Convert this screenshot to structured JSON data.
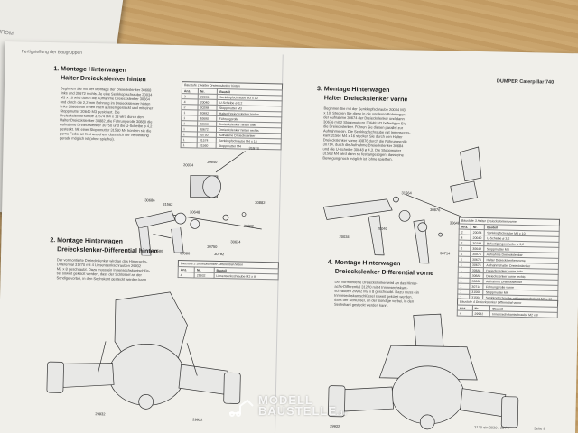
{
  "back_page": {
    "caption": "ОППОМ"
  },
  "left_page": {
    "running_head": "Fertigstellung der Baugruppen",
    "step1": {
      "title": "1. Montage Hinterwagen",
      "subtitle": "Halter Dreieckslenker hinten",
      "text": [
        "Beginnen Sie mit der Montage der Dreieckslenker 30668",
        "links und 30672 rechts. Je eine Senkkopfschraube 20034",
        "M3 x 10 wird durch die Aufnahme Dreieckslenker 30664",
        "und durch die 2,2 mm Bohrung im Dreieckslenker hinten",
        "links 30668 von innen nach aussen gesteckt und mit einer",
        "Stoppmutter 30640 M3 gesichert. Die",
        "Dreieckslenkerstrebe 31574 M4 x 18 wird durch den",
        "Halter Dreieckslenker 30882, die Führungsrolle 30880 die",
        "Aufnahme Dreieckslenker 30750 und die U-Scheibe ø 4,2",
        "gesteckt. Mit einer Stoppmutter 31560 M4 kontern sie die",
        "gerne Feder an fest anziehen, dass sich die Verbindung",
        "gerade möglich ist (ohne spielfrei)."
      ],
      "table": {
        "caption": "Baustufe 1 Halter Dreieckslenker hinten",
        "headers": [
          "Anz.",
          "Nr.",
          "Bauteil"
        ],
        "rows": [
          [
            "2",
            "20034",
            "Senkkopfschraube M3 x 10"
          ],
          [
            "4",
            "20040",
            "U-Scheibe ø 3,2"
          ],
          [
            "2",
            "30288",
            "Stoppmutter M3"
          ],
          [
            "1",
            "30882",
            "Halter Dreieckslenker hinten"
          ],
          [
            "1",
            "30680",
            "Führungsrolle"
          ],
          [
            "1",
            "30668",
            "Dreieckslenker hinten links"
          ],
          [
            "1",
            "30672",
            "Dreieckslenker hinten rechts"
          ],
          [
            "1",
            "30750",
            "Aufnahme Dreieckslenker"
          ],
          [
            "1",
            "31574",
            "Senkkopfschraube M4 x 18"
          ],
          [
            "1",
            "31560",
            "Stoppmutter M4"
          ]
        ]
      },
      "callouts": [
        "31574",
        "20034",
        "30640",
        "30686",
        "30882",
        "30682",
        "31562",
        "30634",
        "30648",
        "30750",
        "30580",
        "30580",
        "30792"
      ]
    },
    "step2": {
      "title": "2. Montage Hinterwagen",
      "subtitle": "Dreieckslenker-Differential hinten",
      "text": [
        "Der vormontierte Dreieckslenker wird an das Hinterachs-",
        "Differential 31270 mit 4 Linsensenkschrauben 29932",
        "M2 x 8 geschraubt. Dazu muss ein Innensechskantschlüs-",
        "sel soweit gekürzt werden, dass der Schlüssel an der",
        "Sondige vorbei, in den Sechskant gesteckt werden kann."
      ],
      "table": {
        "caption": "Baustufe 2 Dreieckslenker-Differential hinten",
        "headers": [
          "Anz.",
          "Nr.",
          "Bauteil"
        ],
        "rows": [
          [
            "4",
            "29932",
            "Linsensenkschraube M2 x 8"
          ]
        ]
      },
      "callouts": [
        "29932",
        "29932"
      ]
    },
    "footer": {}
  },
  "right_page": {
    "running_head": "DUMPER Caterpillar 740",
    "step3": {
      "title": "3. Montage Hinterwagen",
      "subtitle": "Halter Dreieckslenker vorne",
      "text": [
        "Beginnen Sie mit der Senkkopfschraube 20034 M3",
        "x 10. Stecken Sie diese in die vorderen Bohrungen",
        "der Aufnahme 30674 der Dreieckslenker und dann",
        "30676 mit 2 Stoppmuttern 30648 M3 befestigen Sie",
        "die Dreieckslenker. Führen Sie diesen parallel zur",
        "Aufnahme ein. Die Senkkopfschraube mit Innensechs-",
        "kant 31564 M4 x 16 stecken Sie durch den Halter",
        "Dreieckslenker vorne 30876 durch die Führungsrolle",
        "30714, durch die Aufnahme Dreieckslenker 30684",
        "und die U-Scheibe 30648 ø 4,3. Die Stoppmutter",
        "31568 M4 wird dann so fest angezogen, dass eine",
        "Bewegung noch möglich ist (ohne spielfrei)."
      ],
      "table": {
        "caption": "Baustufe 3 Halter Dreieckslenker vorne",
        "headers": [
          "Anz.",
          "Nr.",
          "Bauteil"
        ],
        "rows": [
          [
            "2",
            "20034",
            "Senkkopfschraube M3 x 10"
          ],
          [
            "4",
            "20040",
            "U-Scheibe ø 3,2"
          ],
          [
            "2",
            "30288",
            "Befestigungsscheibe ø 3,2"
          ],
          [
            "2",
            "30648",
            "Stoppmutter M3"
          ],
          [
            "1",
            "30876",
            "Aufnahme Dreieckslenker"
          ],
          [
            "1",
            "30674",
            "Halter Dreieckslenker vorne"
          ],
          [
            "1",
            "30676",
            "Aufnahmehalter Dreieckslenker"
          ],
          [
            "1",
            "30684",
            "Dreieckslenker vorne links"
          ],
          [
            "1",
            "30682",
            "Dreieckslenker vorne rechts"
          ],
          [
            "1",
            "30668",
            "Aufnahme Dreieckslenker"
          ],
          [
            "1",
            "30714",
            "Führungsrolle vorne"
          ],
          [
            "1",
            "31568",
            "Stoppmutter M4"
          ],
          [
            "1",
            "31564",
            "Senkkopfschraube mit Innensechskant M4 x 16"
          ],
          [
            "1",
            "31566",
            "U-Scheibe ø 4,3"
          ]
        ]
      },
      "callouts": [
        "31564",
        "20040",
        "20034",
        "30876",
        "30648",
        "30682",
        "30714"
      ]
    },
    "step4": {
      "title": "4. Montage Hinterwagen",
      "subtitle": "Dreieckslenker Differential vorne",
      "text": [
        "Der vormontierte Dreieckslenker wird an das Hinter-",
        "achs-Differential 31270 mit 4 Innensechskant-",
        "schrauben 29932 M2 x 8 geschraubt. Dazu muss ein",
        "Innensechskantschlüssel soweit gekürzt werden,",
        "dass der Schlüssel, an der Sondige vorbei, in den",
        "Sechskant gesteckt werden kann."
      ],
      "table": {
        "caption": "Baustufe 4 Dreieckslenker Differential vorne",
        "headers": [
          "Anz.",
          "Nr.",
          "Bauteil"
        ],
        "rows": [
          [
            "4",
            "29932",
            "Innensechskantschraube M2 x 8"
          ]
        ]
      },
      "callouts": [
        "29932",
        "29932",
        "29932"
      ]
    },
    "footer": {
      "left": "3170 ein 2020 / 25 / 1",
      "right": "Seite 9"
    }
  },
  "watermark": {
    "line1": "MODELL",
    "line2": "BAUSTELLE",
    "suffix": ".de"
  }
}
